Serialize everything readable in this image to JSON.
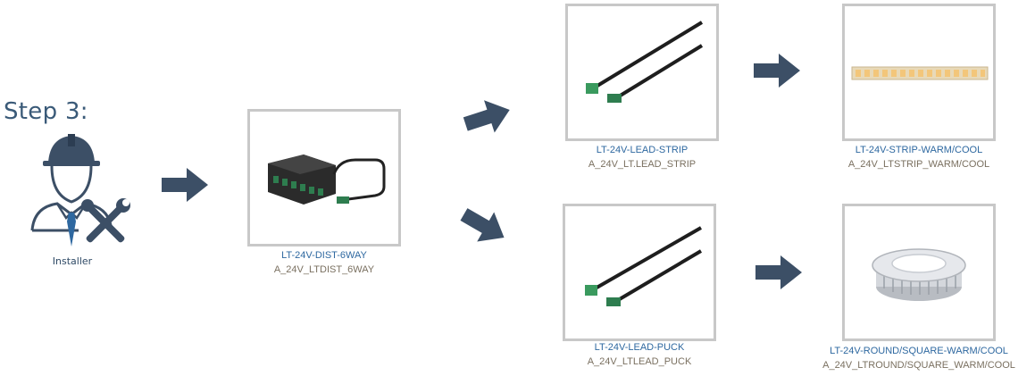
{
  "step_title": "Step 3:",
  "installer": {
    "label": "Installer",
    "icon": "installer-icon"
  },
  "colors": {
    "arrow": "#3c4f66",
    "label_blue": "#2e68a0",
    "label_sub": "#7a7060",
    "box_border": "#c8c8c8"
  },
  "products": {
    "dist": {
      "code": "LT-24V-DIST-6WAY",
      "sub": "A_24V_LTDIST_6WAY"
    },
    "lead_strip": {
      "code": "LT-24V-LEAD-STRIP",
      "sub": "A_24V_LT.LEAD_STRIP"
    },
    "strip": {
      "code": "LT-24V-STRIP-WARM/COOL",
      "sub": "A_24V_LTSTRIP_WARM/COOL"
    },
    "lead_puck": {
      "code": "LT-24V-LEAD-PUCK",
      "sub": "A_24V_LTLEAD_PUCK"
    },
    "round": {
      "code": "LT-24V-ROUND/SQUARE-WARM/COOL",
      "sub": "A_24V_LTROUND/SQUARE_WARM/COOL"
    }
  }
}
